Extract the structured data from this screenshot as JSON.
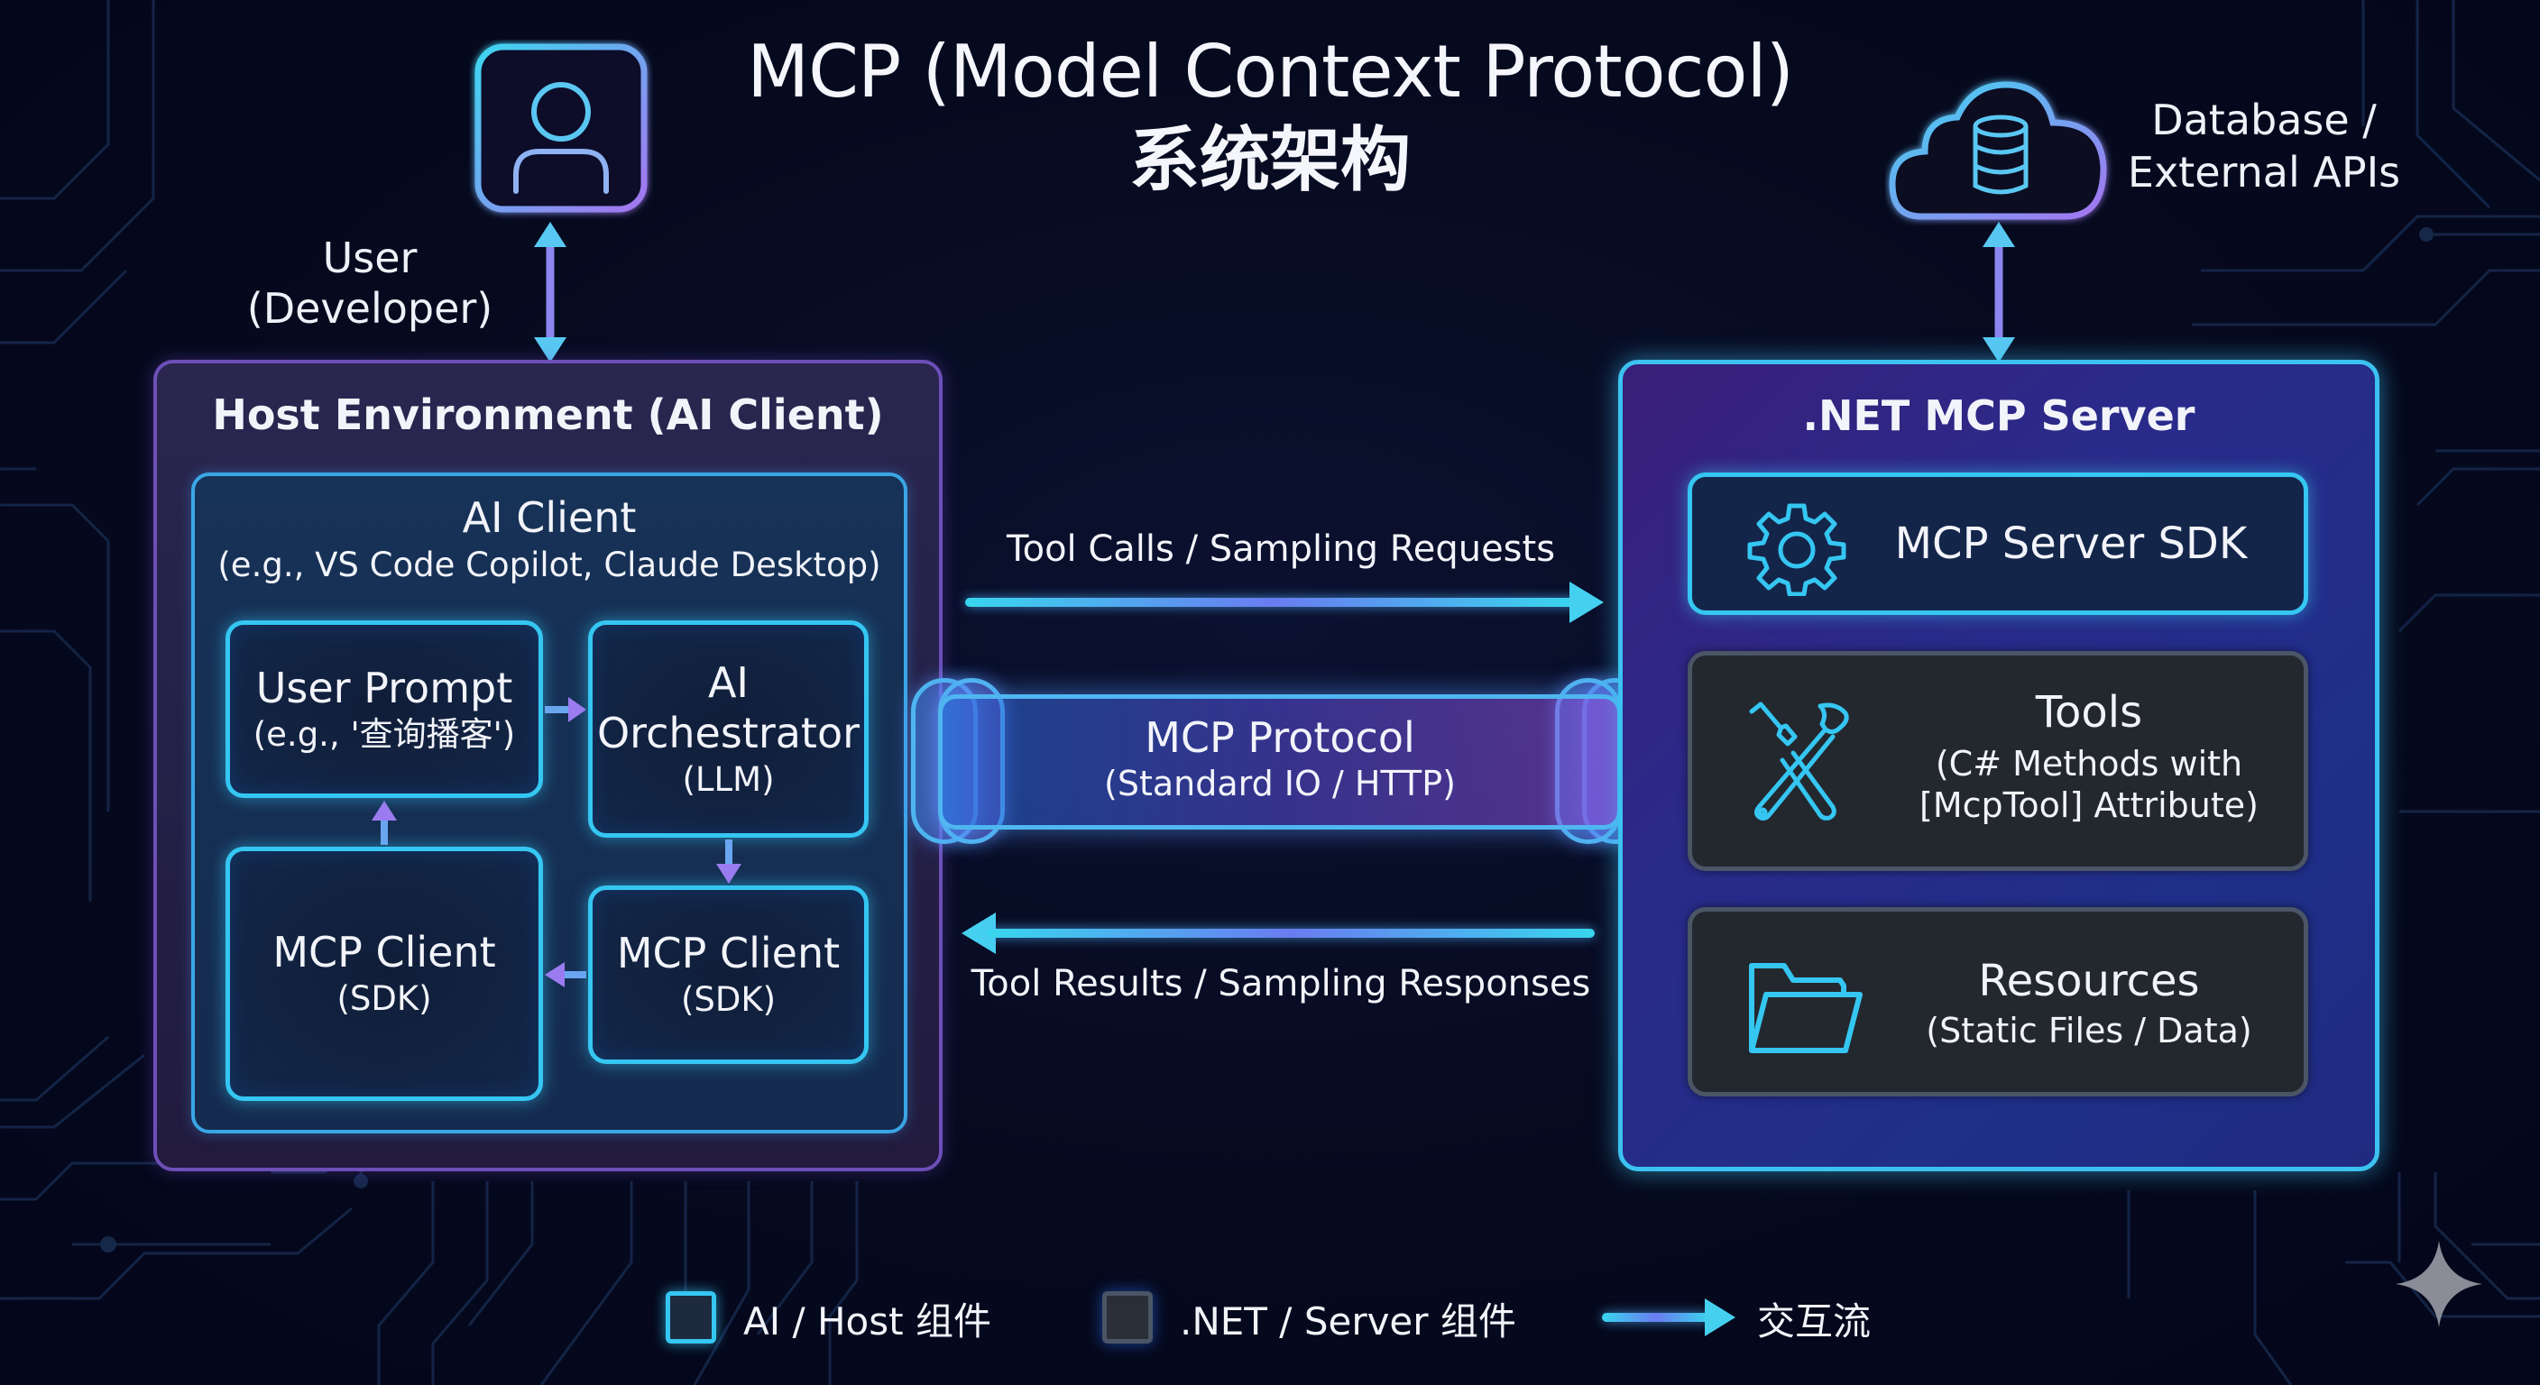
{
  "title": {
    "line1": "MCP (Model Context Protocol)",
    "line2": "系统架构"
  },
  "user": {
    "icon": "user-icon",
    "label_line1": "User",
    "label_line2": "(Developer)"
  },
  "external": {
    "icon": "cloud-database-icon",
    "label_line1": "Database /",
    "label_line2": "External APIs"
  },
  "host_environment": {
    "title": "Host Environment (AI Client)",
    "ai_client": {
      "title": "AI Client",
      "subtitle": "(e.g., VS Code Copilot, Claude Desktop)"
    },
    "nodes": [
      {
        "main": "User Prompt",
        "sub": "(e.g., '查询播客')"
      },
      {
        "main": "AI",
        "main2": "Orchestrator",
        "sub": "(LLM)"
      },
      {
        "main": "MCP Client",
        "sub": "(SDK)"
      },
      {
        "main": "MCP Client",
        "sub": "(SDK)"
      }
    ]
  },
  "protocol": {
    "title": "MCP Protocol",
    "subtitle": "(Standard IO / HTTP)",
    "request_label": "Tool Calls / Sampling Requests",
    "response_label": "Tool Results / Sampling Responses"
  },
  "server": {
    "title": ".NET MCP Server",
    "components": [
      {
        "icon": "gear-icon",
        "main": "MCP Server SDK"
      },
      {
        "icon": "tools-icon",
        "main": "Tools",
        "sub1": "(C# Methods with",
        "sub2": "[McpTool] Attribute)"
      },
      {
        "icon": "folder-icon",
        "main": "Resources",
        "sub1": "(Static Files / Data)"
      }
    ]
  },
  "legend": {
    "items": [
      {
        "label": "AI / Host 组件",
        "color": "#35c6f2"
      },
      {
        "label": ".NET / Server 组件",
        "color": "#4b5566"
      },
      {
        "label": "交互流",
        "color": "#6a7cf0"
      }
    ]
  },
  "colors": {
    "background": "#060a1e",
    "cyan": "#35c6f2",
    "purple": "#6e4fb8",
    "server_gray": "#23282f"
  }
}
